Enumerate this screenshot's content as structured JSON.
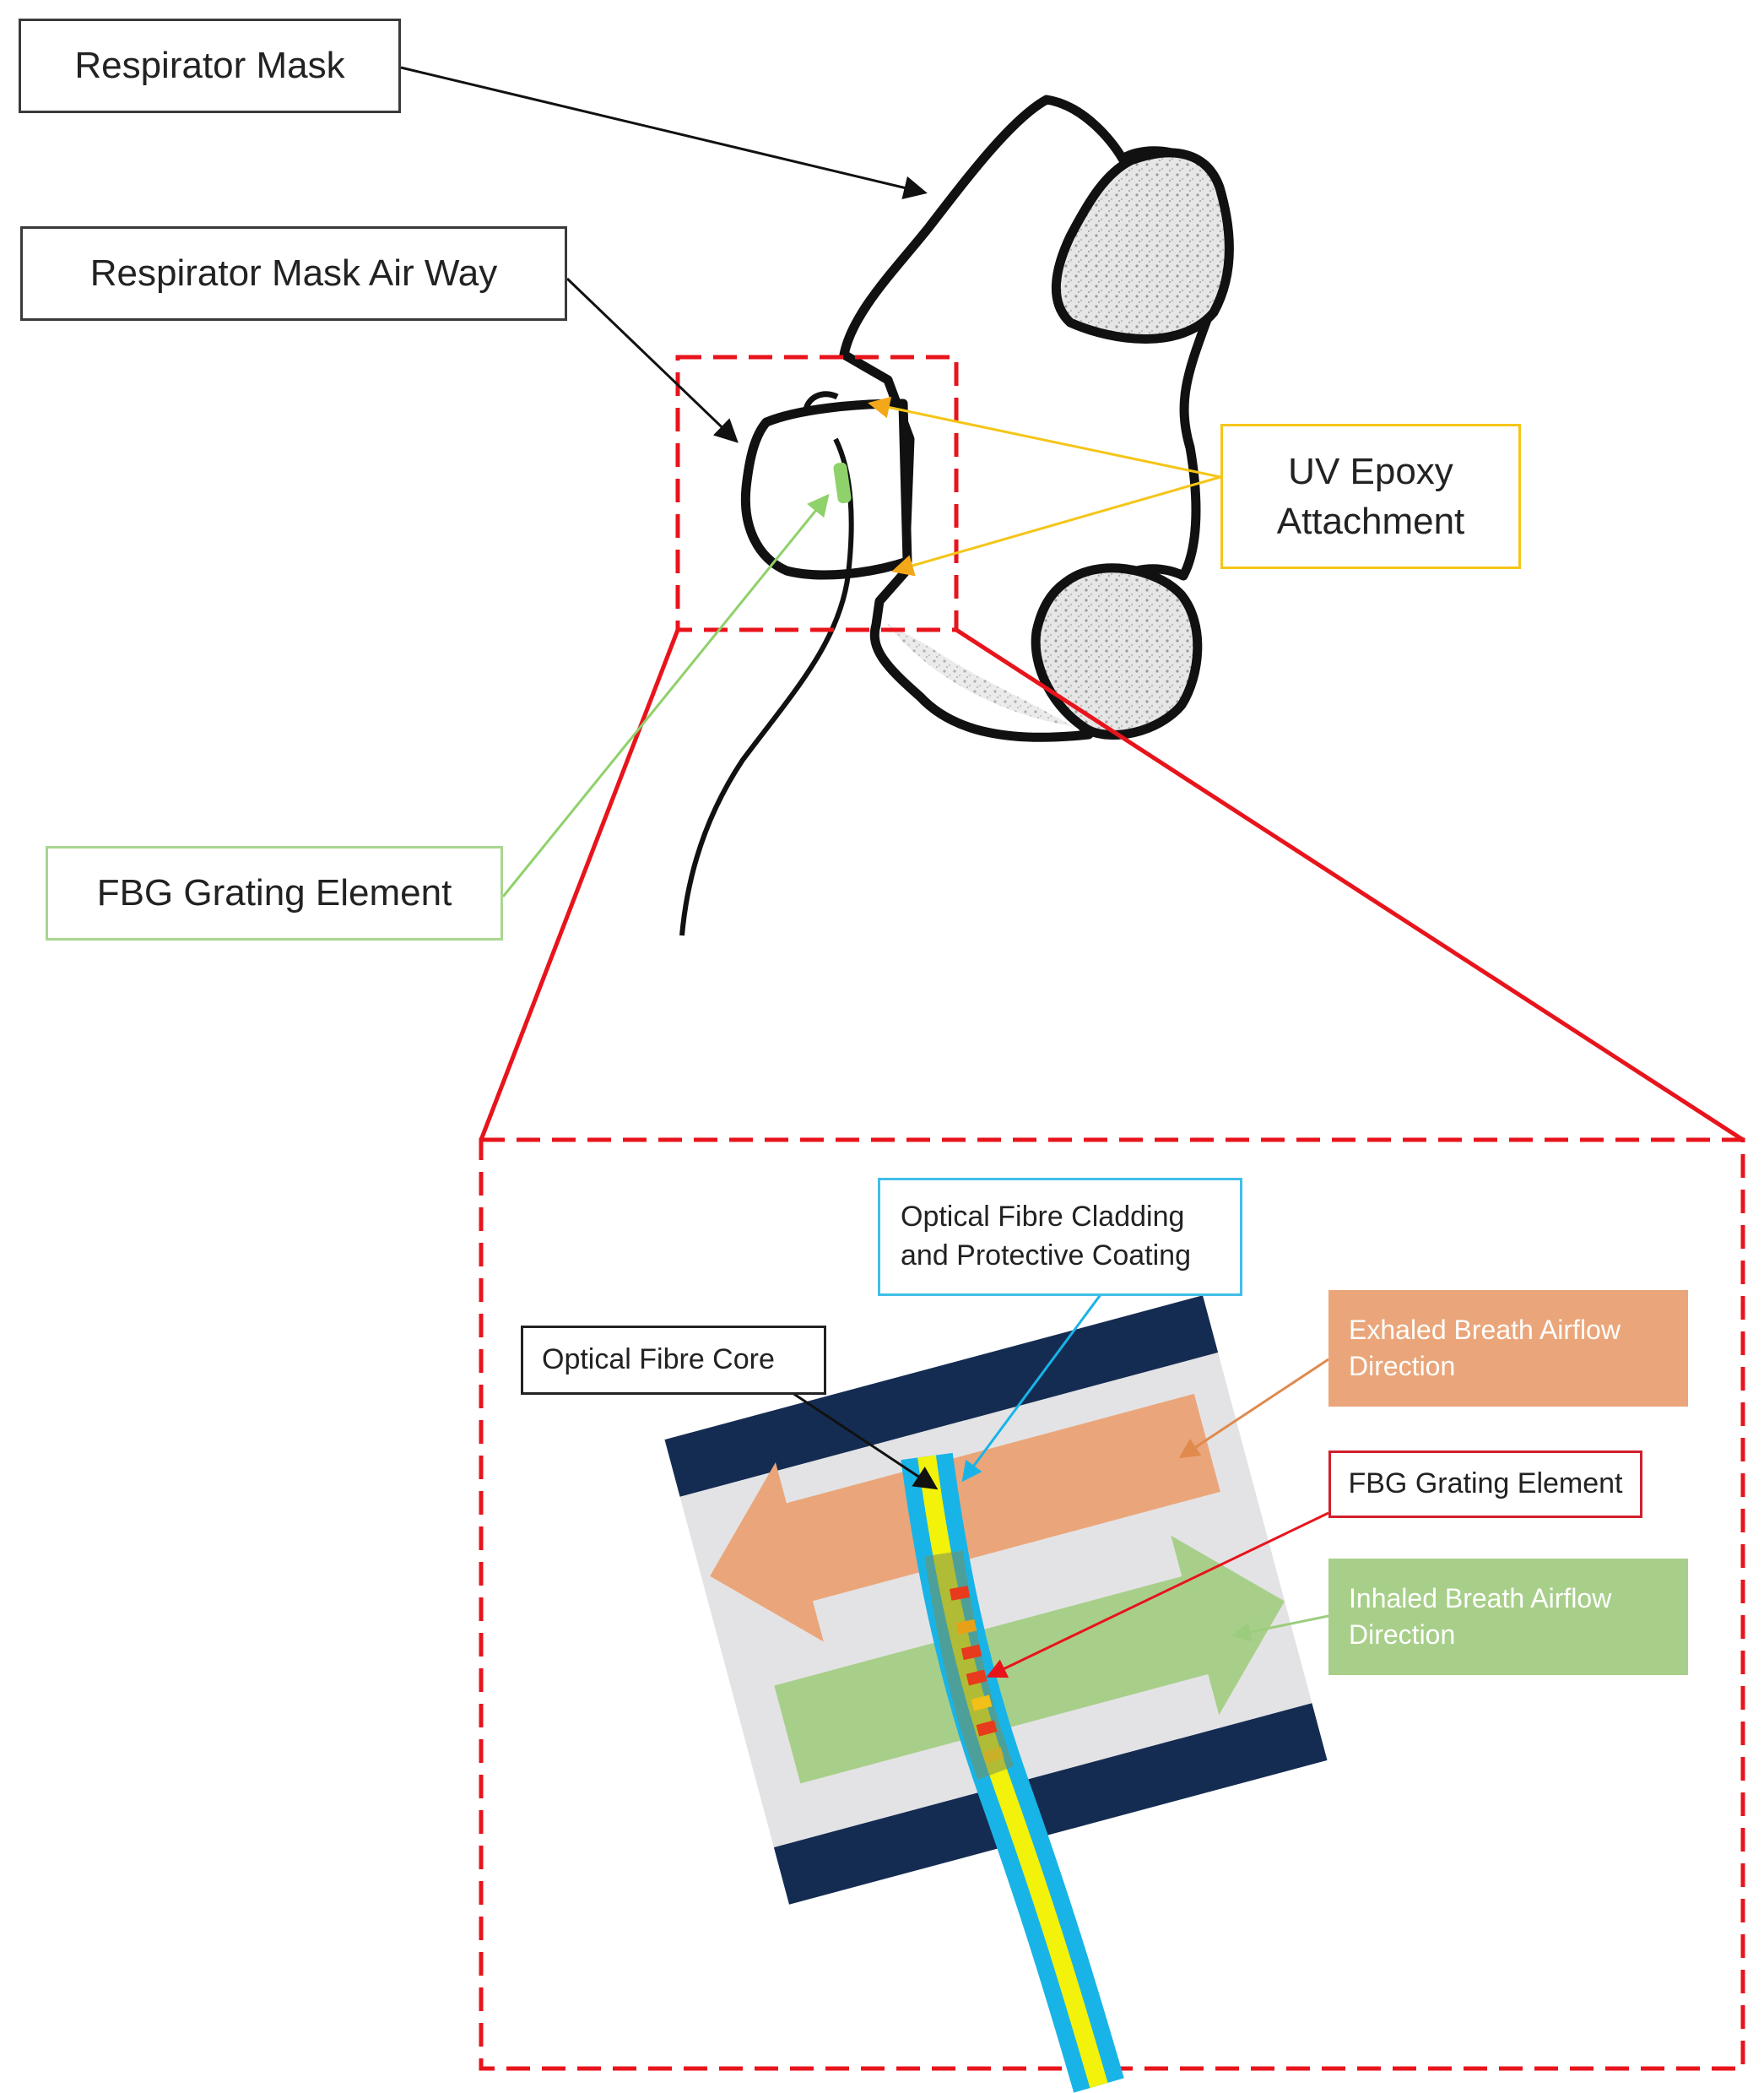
{
  "labels": {
    "respirator_mask": "Respirator Mask",
    "air_way": "Respirator Mask Air Way",
    "uv_epoxy": "UV Epoxy\nAttachment",
    "fbg_top": "FBG Grating Element",
    "cladding": "Optical Fibre Cladding\nand Protective Coating",
    "core": "Optical Fibre Core",
    "exhaled": "Exhaled Breath Airflow\nDirection",
    "fbg_inset": "FBG Grating Element",
    "inhaled": "Inhaled Breath Airflow\nDirection"
  },
  "colors": {
    "zoom_outline": "#e8141c",
    "uv_epoxy": "#f5c518",
    "fbg_green": "#8fd16a",
    "cladding_cyan": "#18b4e8",
    "core_yellow": "#f2f20a",
    "exhaled_orange": "#eaa67a",
    "inhaled_green": "#a8cf8a",
    "tube_navy": "#152c52",
    "tube_body": "#e3e3e5",
    "grating_red": "#e83a1c"
  }
}
